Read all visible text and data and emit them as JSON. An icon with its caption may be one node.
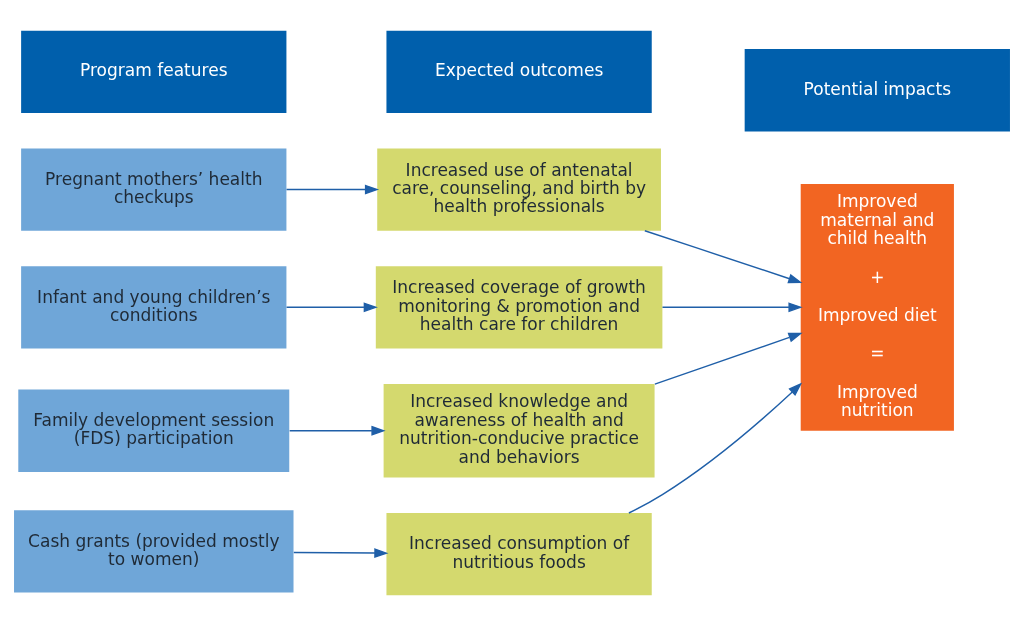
{
  "diagram": {
    "nodes": [
      {
        "text": [
          "Program features"
        ]
      },
      {
        "text": [
          "Expected outcomes"
        ]
      },
      {
        "text": [
          "Potential impacts"
        ]
      },
      {
        "text": [
          "Pregnant mothers’ health checkups"
        ]
      },
      {
        "text": [
          "Increased use of antenatal care, counseling, and birth by health professionals"
        ]
      },
      {
        "text": [
          "Infant and young children’s conditions"
        ]
      },
      {
        "text": [
          "Increased coverage of growth monitoring & promotion and health care for children"
        ]
      },
      {
        "text": [
          "Family development session (FDS) participation"
        ]
      },
      {
        "text": [
          "Increased knowledge and awareness of health and nutrition-conducive practice and behaviors"
        ]
      },
      {
        "text": [
          "Cash grants (provided mostly to women)"
        ]
      },
      {
        "text": [
          "Increased consumption of nutritious foods"
        ]
      },
      {
        "text": [
          "Improved maternal and child health",
          "+",
          "Improved diet",
          "=",
          "Improved nutrition"
        ]
      }
    ],
    "edges": [
      {
        "from": 3,
        "to": 4,
        "arrow": "to"
      },
      {
        "from": 4,
        "to": 11,
        "arrow": "to"
      },
      {
        "from": 5,
        "to": 6,
        "arrow": "to"
      },
      {
        "from": 6,
        "to": 11,
        "arrow": "to"
      },
      {
        "from": 7,
        "to": 8,
        "arrow": "to"
      },
      {
        "from": 8,
        "to": 11,
        "arrow": "to"
      },
      {
        "from": 9,
        "to": 10,
        "arrow": "to"
      },
      {
        "from": 10,
        "to": 11,
        "arrow": "to"
      }
    ]
  }
}
